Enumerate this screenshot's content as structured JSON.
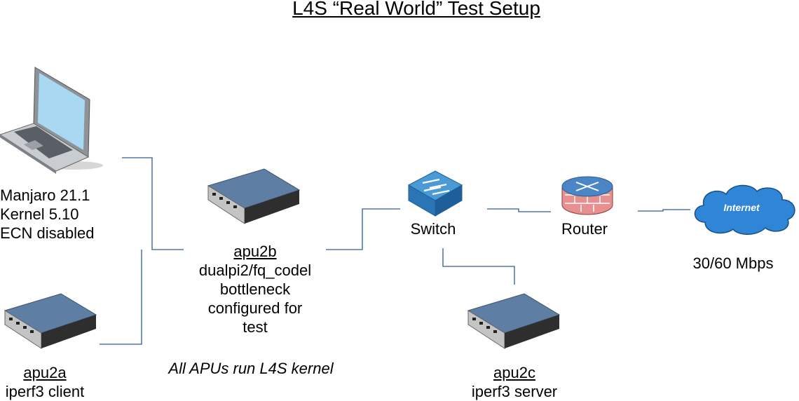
{
  "title": "L4S “Real World” Test Setup",
  "nodes": {
    "laptop": {
      "lines": [
        "Manjaro 21.1",
        "Kernel 5.10",
        "ECN disabled"
      ]
    },
    "apu2b": {
      "name": "apu2b",
      "lines": [
        "dualpi2/fq_codel",
        "bottleneck",
        "configured for",
        "test"
      ]
    },
    "apu2a": {
      "name": "apu2a",
      "role": "iperf3 client"
    },
    "apu2c": {
      "name": "apu2c",
      "role": "iperf3 server"
    },
    "switch": {
      "label": "Switch"
    },
    "router": {
      "label": "Router"
    },
    "internet": {
      "cloud_label": "Internet",
      "speed": "30/60 Mbps"
    }
  },
  "note": "All APUs run L4S kernel",
  "colors": {
    "wire": "#2e5b9a",
    "device_top": "#5f7ea4",
    "switch": "#2f7fc1",
    "router_wall": "#e07a7a",
    "cloud": "#2f86d6",
    "laptop_screen": "#a9d8f2"
  }
}
